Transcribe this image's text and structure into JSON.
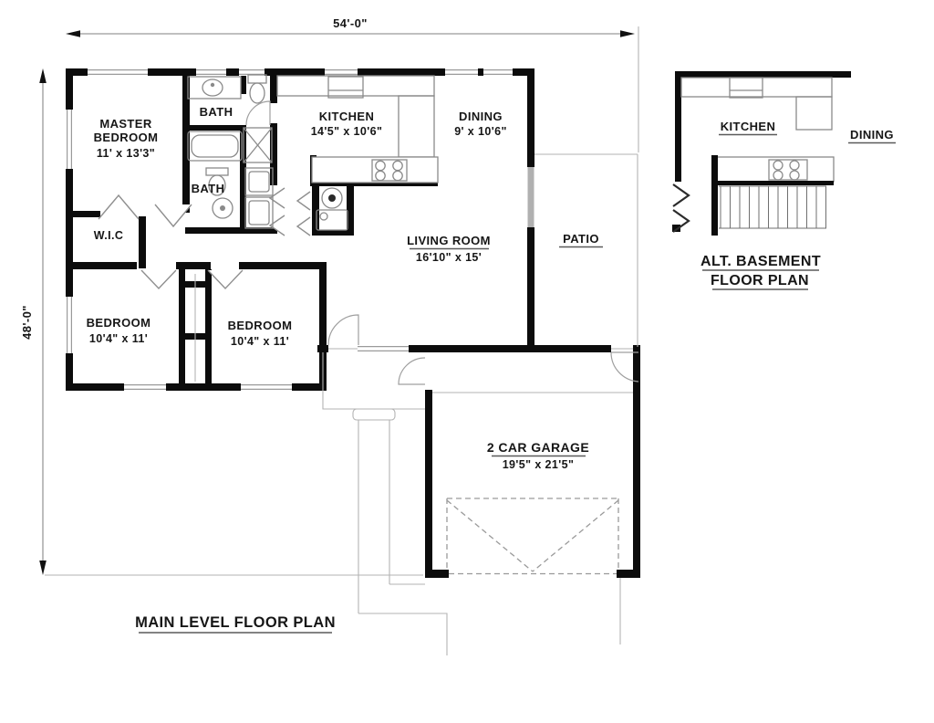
{
  "plan": {
    "top_dimension": "54'-0\"",
    "left_dimension": "48'-0\"",
    "main_title": "MAIN LEVEL FLOOR PLAN",
    "rooms": {
      "master": {
        "line1": "MASTER",
        "line2": "BEDROOM",
        "size": "11' x 13'3\""
      },
      "bath1": {
        "name": "BATH"
      },
      "bath2": {
        "name": "BATH"
      },
      "kitchen": {
        "name": "KITCHEN",
        "size": "14'5\" x 10'6\""
      },
      "dining": {
        "name": "DINING",
        "size": "9' x 10'6\""
      },
      "living": {
        "name": "LIVING ROOM",
        "size": "16'10\" x 15'"
      },
      "patio": {
        "name": "PATIO"
      },
      "wic": {
        "name": "W.I.C"
      },
      "bedroom1": {
        "name": "BEDROOM",
        "size": "10'4\" x 11'"
      },
      "bedroom2": {
        "name": "BEDROOM",
        "size": "10'4\" x 11'"
      },
      "garage": {
        "name": "2 CAR GARAGE",
        "size": "19'5\" x 21'5\""
      }
    },
    "basement": {
      "title_line1": "ALT. BASEMENT",
      "title_line2": "FLOOR PLAN",
      "kitchen": "KITCHEN",
      "dining": "DINING"
    }
  },
  "colors": {
    "walls": "#0c0c0c",
    "thin_lines": "#9a9a9a",
    "text": "#161616",
    "background": "#ffffff"
  }
}
